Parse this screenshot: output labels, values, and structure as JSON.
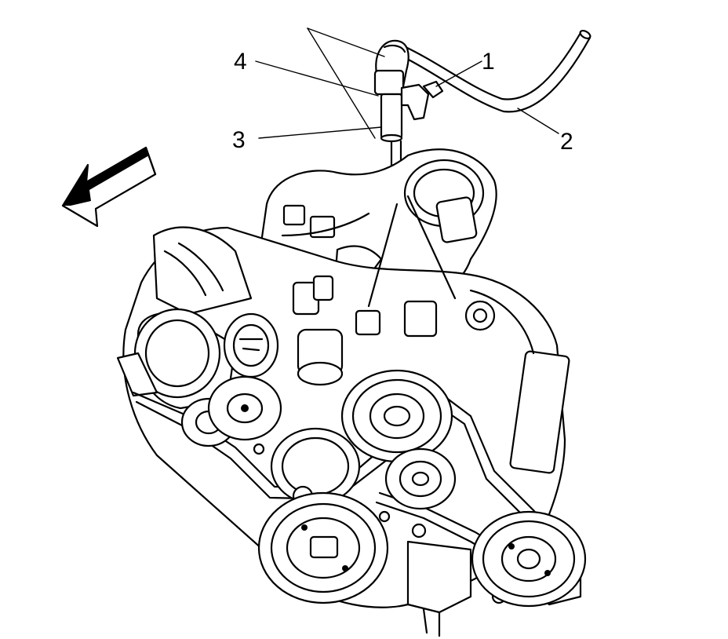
{
  "diagram": {
    "callouts": [
      {
        "id": "1",
        "label": "1"
      },
      {
        "id": "2",
        "label": "2"
      },
      {
        "id": "3",
        "label": "3"
      },
      {
        "id": "4",
        "label": "4"
      }
    ],
    "direction_arrow": {
      "meaning": "front-of-vehicle",
      "icon": "direction-arrow-icon"
    },
    "colors": {
      "ink": "#000000",
      "background": "#ffffff"
    }
  }
}
